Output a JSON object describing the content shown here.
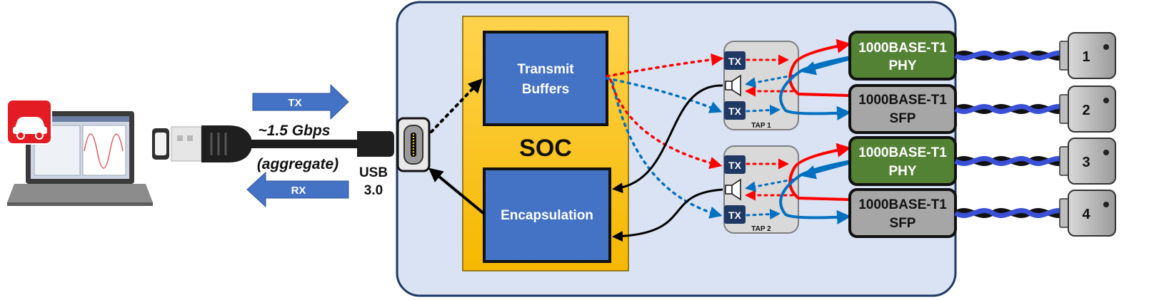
{
  "link": {
    "tx_label": "TX",
    "rx_label": "RX",
    "speed": "~1.5 Gbps",
    "aggregate": "(aggregate)",
    "usb_line1": "USB",
    "usb_line2": "3.0"
  },
  "soc": {
    "title": "SOC",
    "transmit_line1": "Transmit",
    "transmit_line2": "Buffers",
    "encapsulation": "Encapsulation"
  },
  "taps": [
    {
      "name": "TAP 1",
      "tx_top": "TX",
      "tx_bottom": "TX"
    },
    {
      "name": "TAP 2",
      "tx_top": "TX",
      "tx_bottom": "TX"
    }
  ],
  "ports": [
    {
      "line1": "1000BASE-T1",
      "line2": "PHY",
      "color": "#548235",
      "number": "1"
    },
    {
      "line1": "1000BASE-T1",
      "line2": "SFP",
      "color": "#a6a6a6",
      "number": "2"
    },
    {
      "line1": "1000BASE-T1",
      "line2": "PHY",
      "color": "#548235",
      "number": "3"
    },
    {
      "line1": "1000BASE-T1",
      "line2": "SFP",
      "color": "#a6a6a6",
      "number": "4"
    }
  ],
  "colors": {
    "box_blue": "#4472c4",
    "soc_yellow": "#ffc000",
    "panel_bg": "#dae3f3",
    "panel_border": "#203864",
    "arrow_red": "#ff0000",
    "arrow_blue": "#0070c0",
    "cable_blue": "#3a50d6"
  }
}
